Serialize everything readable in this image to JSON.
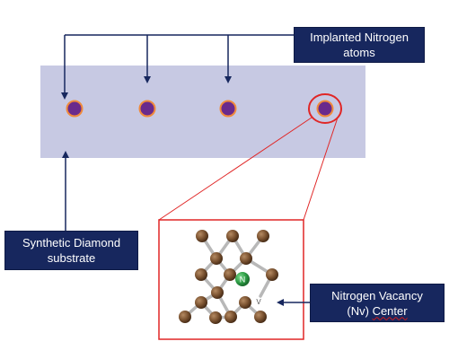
{
  "labels": {
    "implanted_nitrogen": {
      "line1": "Implanted Nitrogen",
      "line2": "atoms"
    },
    "diamond_substrate": {
      "line1": "Synthetic Diamond",
      "line2": "substrate"
    },
    "nv_center": {
      "line1": "Nitrogen Vacancy",
      "line2_a": "(Nv)",
      "line2_b": "Center"
    }
  },
  "lattice": {
    "nitrogen_symbol": "N",
    "vacancy_symbol": "V"
  },
  "colors": {
    "substrate": "#c7c9e3",
    "label_box": "#17275e",
    "nitrogen_atom_fill": "#6a2a8c",
    "nitrogen_atom_ring": "#f08a3c",
    "highlight": "#e02626",
    "arrow": "#17275e",
    "carbon_atom": "#7a5230",
    "bond": "#b8b8b8",
    "nitrogen_lattice_atom": "#2e9e46"
  }
}
